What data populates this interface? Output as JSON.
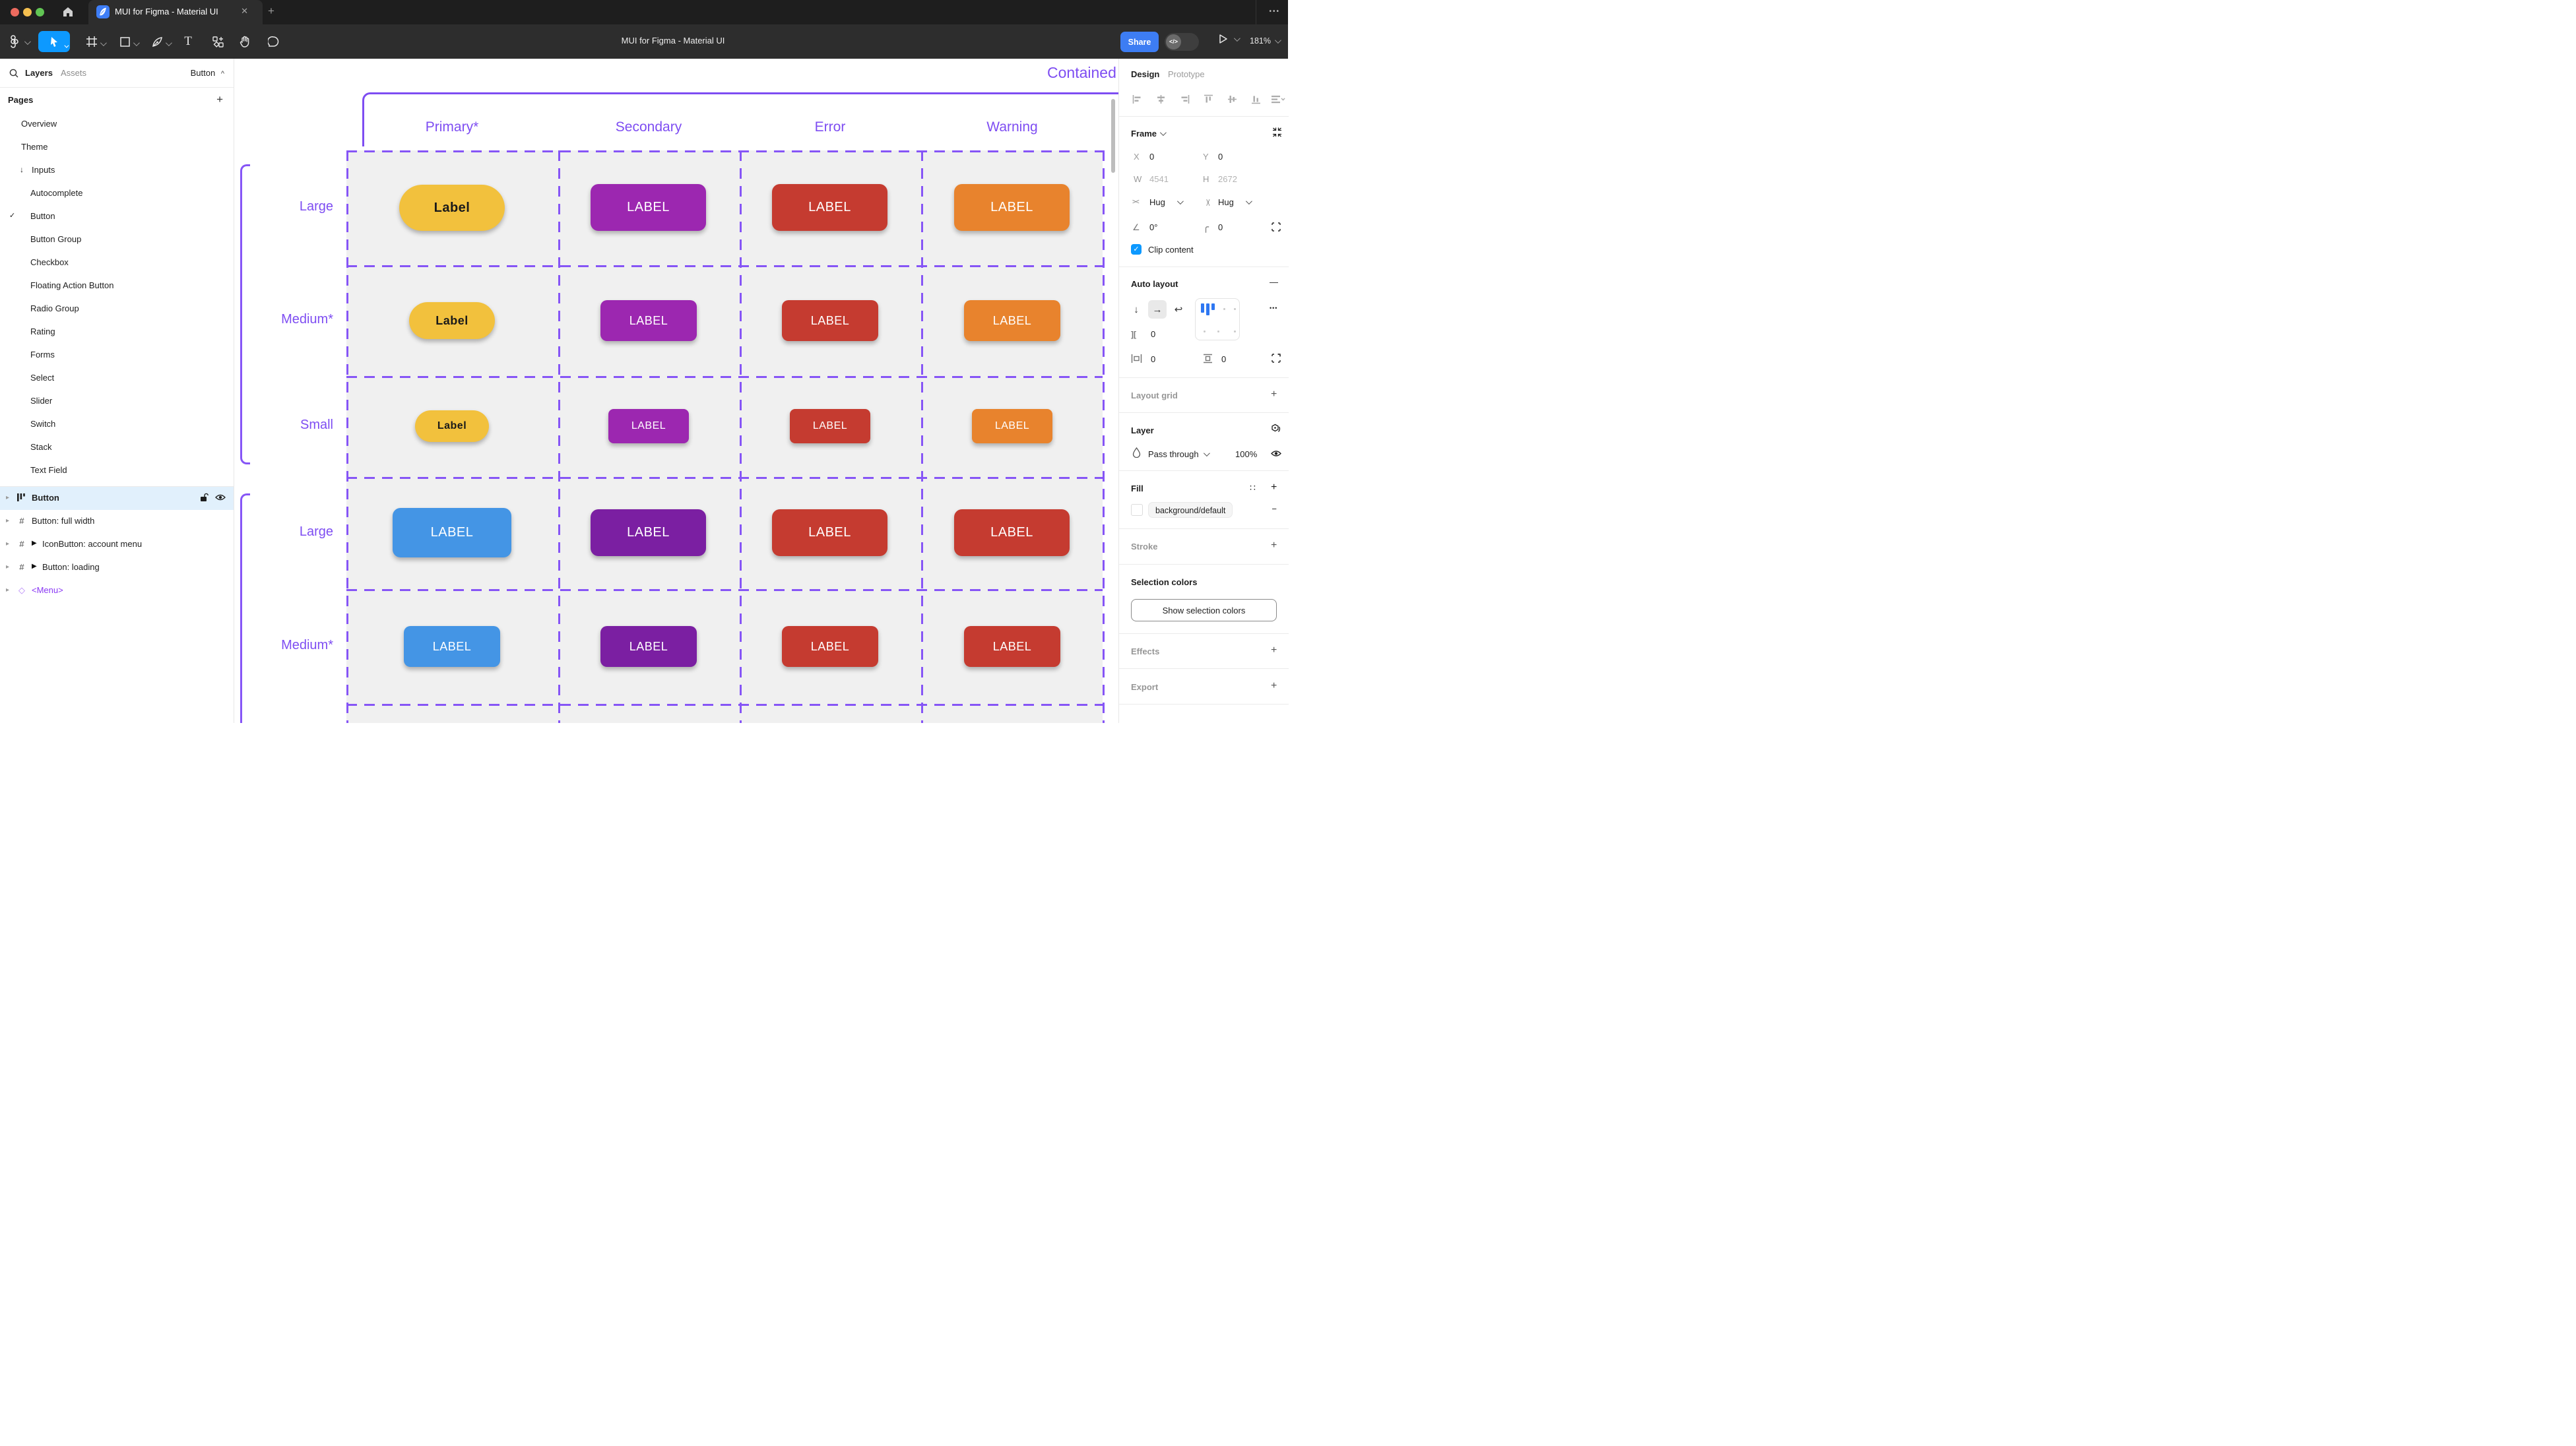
{
  "window": {
    "tab_title": "MUI for Figma - Material UI",
    "close_glyph": "✕",
    "plus_glyph": "+",
    "more_glyph": "•••"
  },
  "toolbar": {
    "title": "MUI for Figma - Material UI",
    "share_label": "Share",
    "dev_toggle_glyph": "</>",
    "zoom_level": "181%",
    "frame_tool_glyph": "#",
    "text_tool_glyph": "T"
  },
  "sidebar": {
    "tabs": {
      "layers": "Layers",
      "assets": "Assets"
    },
    "page_selector": {
      "label": "Button",
      "caret": "^"
    },
    "pages_header": {
      "label": "Pages",
      "add_glyph": "+"
    },
    "pages": [
      {
        "label": "Overview"
      },
      {
        "label": "Theme"
      },
      {
        "label": "Inputs",
        "arrow": "↓"
      },
      {
        "label": "Autocomplete"
      },
      {
        "label": "Button",
        "check": "✓"
      },
      {
        "label": "Button Group"
      },
      {
        "label": "Checkbox"
      },
      {
        "label": "Floating Action Button"
      },
      {
        "label": "Radio Group"
      },
      {
        "label": "Rating"
      },
      {
        "label": "Forms"
      },
      {
        "label": "Select"
      },
      {
        "label": "Slider"
      },
      {
        "label": "Switch"
      },
      {
        "label": "Stack"
      },
      {
        "label": "Text Field"
      }
    ],
    "layers": [
      {
        "label": "Button",
        "chev": "▸"
      },
      {
        "label": "Button: full width",
        "chev": "▸",
        "hash": "#"
      },
      {
        "label": "IconButton: account menu",
        "chev": "▸",
        "hash": "#",
        "tri": "▶"
      },
      {
        "label": "Button: loading",
        "chev": "▸",
        "hash": "#",
        "tri": "▶"
      },
      {
        "label": "<Menu>",
        "chev": "▸",
        "diamond": "◇"
      }
    ]
  },
  "canvas": {
    "frame_title": "Contained",
    "columns": [
      "Primary*",
      "Secondary",
      "Error",
      "Warning"
    ],
    "rows": [
      {
        "label": "Large"
      },
      {
        "label": "Medium*"
      },
      {
        "label": "Small"
      },
      {
        "label": "Large"
      },
      {
        "label": "Medium*"
      }
    ],
    "buttons": [
      [
        {
          "text": "Label",
          "color": "#F2C13D"
        },
        {
          "text": "LABEL",
          "color": "#9C27B0"
        },
        {
          "text": "LABEL",
          "color": "#C53B30"
        },
        {
          "text": "LABEL",
          "color": "#E8832D"
        }
      ],
      [
        {
          "text": "Label",
          "color": "#F2C13D"
        },
        {
          "text": "LABEL",
          "color": "#9C27B0"
        },
        {
          "text": "LABEL",
          "color": "#C53B30"
        },
        {
          "text": "LABEL",
          "color": "#E8832D"
        }
      ],
      [
        {
          "text": "Label",
          "color": "#F2C13D"
        },
        {
          "text": "LABEL",
          "color": "#9C27B0"
        },
        {
          "text": "LABEL",
          "color": "#C53B30"
        },
        {
          "text": "LABEL",
          "color": "#E8832D"
        }
      ],
      [
        {
          "text": "LABEL",
          "color": "#4495E5"
        },
        {
          "text": "LABEL",
          "color": "#7B1FA2"
        },
        {
          "text": "LABEL",
          "color": "#C53B30"
        },
        {
          "text": "LABEL",
          "color": "#C53B30"
        }
      ],
      [
        {
          "text": "LABEL",
          "color": "#4495E5"
        },
        {
          "text": "LABEL",
          "color": "#7B1FA2"
        },
        {
          "text": "LABEL",
          "color": "#C53B30"
        },
        {
          "text": "LABEL",
          "color": "#C53B30"
        }
      ]
    ],
    "accent_purple": "#7E4DF2"
  },
  "panel": {
    "tabs": {
      "design": "Design",
      "prototype": "Prototype"
    },
    "frame": {
      "title": "Frame",
      "x_label": "X",
      "x_value": "0",
      "y_label": "Y",
      "y_value": "0",
      "w_label": "W",
      "w_value": "4541",
      "h_label": "H",
      "h_value": "2672",
      "hug_h_icon": "><",
      "hug_h": "Hug",
      "hug_v": "Hug",
      "rotation_icon": "∠",
      "rotation": "0°",
      "radius_icon": "╭",
      "radius": "0",
      "clip_label": "Clip content",
      "clip_check": "✓"
    },
    "auto_layout": {
      "title": "Auto layout",
      "remove_glyph": "—",
      "dir_down": "↓",
      "dir_right": "→",
      "dir_wrap": "↩",
      "gap_icon": "][",
      "gap_value": "0",
      "pad_h_value": "0",
      "pad_v_value": "0",
      "more_glyph": "•••"
    },
    "layout_grid": {
      "title": "Layout grid",
      "add_glyph": "+"
    },
    "layer": {
      "title": "Layer",
      "blend_mode": "Pass through",
      "opacity": "100%"
    },
    "fill": {
      "title": "Fill",
      "style_glyph": "∷",
      "add_glyph": "+",
      "value": "background/default",
      "remove_glyph": "−"
    },
    "stroke": {
      "title": "Stroke",
      "add_glyph": "+"
    },
    "selection_colors": {
      "title": "Selection colors",
      "button_label": "Show selection colors"
    },
    "effects": {
      "title": "Effects",
      "add_glyph": "+"
    },
    "export": {
      "title": "Export",
      "add_glyph": "+"
    },
    "accent_blue": "#0D99FF"
  }
}
